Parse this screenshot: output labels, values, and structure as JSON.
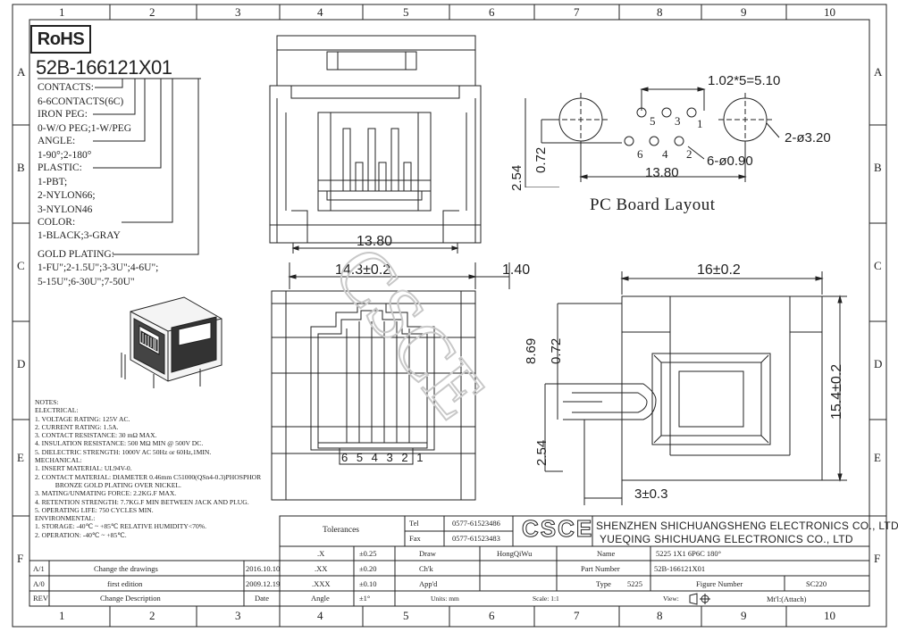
{
  "rohs_label": "RoHS",
  "part_number_code": "52B-166121X01",
  "options": {
    "contacts_title": "CONTACTS:",
    "contacts_value": "6-6CONTACTS(6C)",
    "iron_peg_title": "IRON PEG:",
    "iron_peg_value": "0-W/O PEG;1-W/PEG",
    "angle_title": "ANGLE:",
    "angle_value": "1-90°;2-180°",
    "plastic_title": "PLASTIC:",
    "plastic_value_1": "1-PBT;",
    "plastic_value_2": "2-NYLON66;",
    "plastic_value_3": "3-NYLON46",
    "color_title": "COLOR:",
    "color_value": "1-BLACK;3-GRAY",
    "gold_title": "GOLD PLATING:",
    "gold_value_1": "1-FU\";2-1.5U\";3-3U\";4-6U\";",
    "gold_value_2": "5-15U\";6-30U\";7-50U\""
  },
  "notes": [
    "NOTES:",
    "ELECTRICAL:",
    "1. VOLTAGE RATING: 125V AC.",
    "2. CURRENT RATING: 1.5A.",
    "3. CONTACT RESISTANCE: 30 mΩ MAX.",
    "4. INSULATION RESISTANCE: 500 MΩ MIN @ 500V DC.",
    "5. DIELECTRIC STRENGTH: 1000V AC 50Hz or 60Hz,1MIN.",
    "MECHANICAL:",
    "1. INSERT MATERIAL: UL94V-0.",
    "2. CONTACT MATERIAL: DIAMETER 0.46mm C51000(QSn4-0.3)PHOSPHOR",
    "            BRONZE GOLD PLATING OVER NICKEL.",
    "3. MATING/UNMATING FORCE: 2.2KG.F MAX.",
    "4. RETENTION STRENGTH: 7.7KG.F MIN BETWEEN JACK AND PLUG.",
    "5. OPERATING LIFE: 750 CYCLES MIN.",
    "ENVIRONMENTAL:",
    "1. STORAGE: -40℃ ~ +85℃ RELATIVE HUMIDITY<70%.",
    "2. OPERATION: -40℃ ~ +85℃."
  ],
  "grid_cols": [
    "1",
    "2",
    "3",
    "4",
    "5",
    "6",
    "7",
    "8",
    "9",
    "10"
  ],
  "grid_rows": [
    "A",
    "B",
    "C",
    "D",
    "E",
    "F"
  ],
  "dims": {
    "top_width": "13.80",
    "front_width": "14.3±0.2",
    "front_offset": "1.40",
    "pin_numbers": "6 5 4 3 2 1",
    "pcb_pitch": "1.02*5=5.10",
    "pcb_holes": "2-ø3.20",
    "pcb_pins": "6-ø0.90",
    "pcb_width": "13.80",
    "pcb_h1": "0.72",
    "pcb_h2": "2.54",
    "pcb_num_5": "5",
    "pcb_num_3": "3",
    "pcb_num_1": "1",
    "pcb_num_6": "6",
    "pcb_num_4": "4",
    "pcb_num_2": "2",
    "pcb_title": "PC Board Layout",
    "side_width": "16±0.2",
    "side_height": "15.4±0.2",
    "side_869": "8.69",
    "side_072": "0.72",
    "side_254": "2.54",
    "side_3": "3±0.3"
  },
  "title_block": {
    "tolerances": "Tolerances",
    "x": ".X",
    "x_tol": "±0.25",
    "xx": ".XX",
    "xx_tol": "±0.20",
    "xxx": ".XXX",
    "xxx_tol": "±0.10",
    "angle": "Angle",
    "angle_tol": "±1°",
    "tel_label": "Tel",
    "tel": "0577-61523486",
    "fax_label": "Fax",
    "fax": "0577-61523483",
    "logo": "CSCE",
    "company_1": "SHENZHEN SHICHUANGSHENG ELECTRONICS CO., LTD",
    "company_2": "YUEQING SHICHUANG ELECTRONICS CO., LTD",
    "draw_label": "Draw",
    "draw_value": "HongQiWu",
    "name_label": "Name",
    "name_value": "5225 1X1 6P6C 180°",
    "chk_label": "Ch'k",
    "part_label": "Part Number",
    "part_value": "52B-166121X01",
    "appd_label": "App'd",
    "type_label": "Type",
    "type_value": "5225",
    "fig_label": "Figure Number",
    "fig_value": "SC220",
    "units_label": "Units: mm",
    "scale_label": "Scale: 1:1",
    "view_label": "View:",
    "mtl_label": "Mt'l:(Attach)",
    "rev_rows": [
      {
        "rev": "A/1",
        "desc": "Change the drawings",
        "date": "2016.10.10"
      },
      {
        "rev": "A/0",
        "desc": "first edition",
        "date": "2009.12.19"
      },
      {
        "rev": "REV",
        "desc": "Change Description",
        "date": "Date"
      }
    ]
  },
  "colors": {
    "line": "#222222",
    "watermark": "#c8c8c8"
  }
}
